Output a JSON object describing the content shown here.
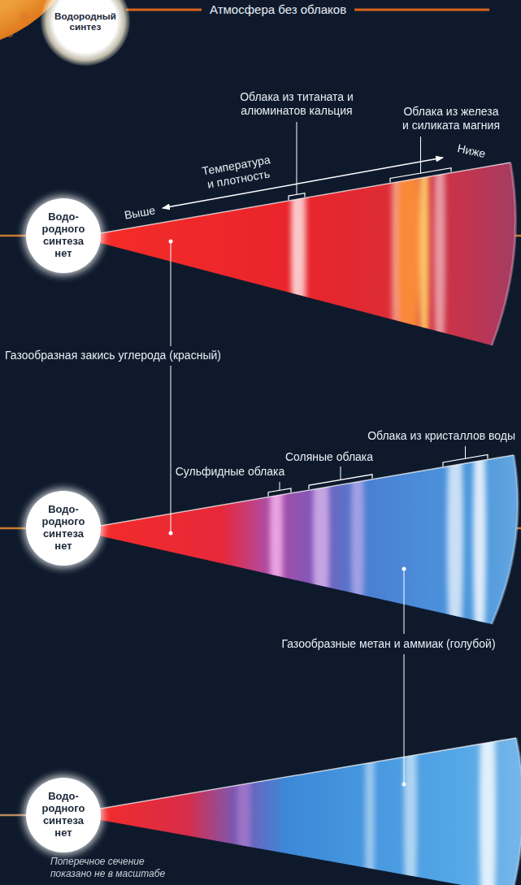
{
  "diagram": {
    "caption": "Поперечное сечение показано не в масштабе",
    "nodes": [
      {
        "text": [
          "Водородный синтез"
        ]
      },
      {
        "text": [
          "Водо- родного синтеза нет"
        ]
      },
      {
        "text": [
          "Водо- родного синтеза нет"
        ]
      },
      {
        "text": [
          "Водо- родного синтеза нет"
        ]
      }
    ],
    "labels": [
      "Атмосфера без облаков",
      "Облака из железа и силиката магния",
      "Облака из титаната и алюминатов кальция",
      "Температура и плотность",
      "Выше",
      "Ниже",
      "Газообразная закись углерода (красный)",
      "Облака из кристаллов воды",
      "Соляные облака",
      "Сульфидные облака",
      "Газообразные метан и аммиак (голубой)"
    ]
  }
}
